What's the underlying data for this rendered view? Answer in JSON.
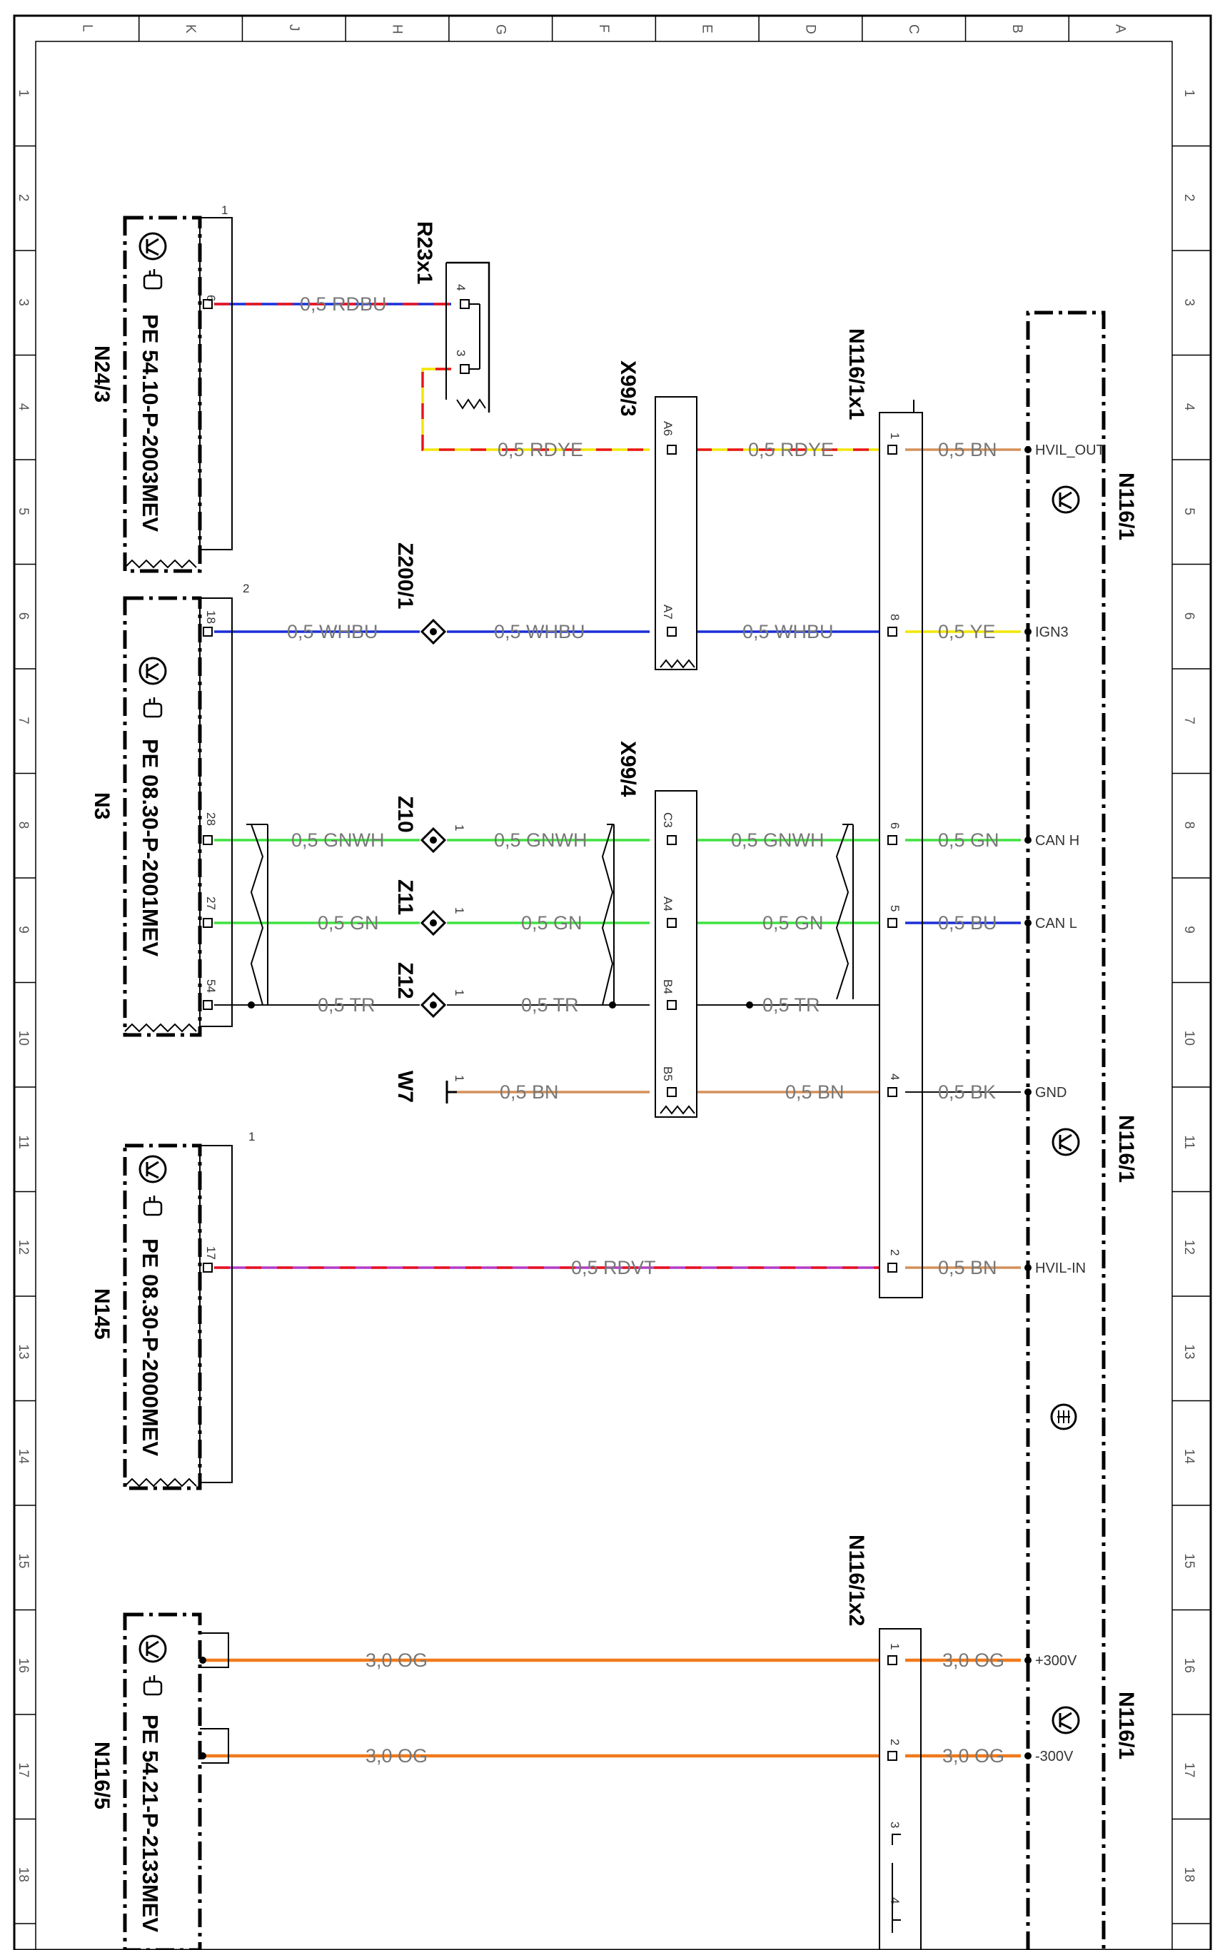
{
  "grid": {
    "columns": [
      "L",
      "K",
      "J",
      "H",
      "G",
      "F",
      "E",
      "D",
      "C",
      "B",
      "A"
    ],
    "rows": [
      "1",
      "2",
      "3",
      "4",
      "5",
      "6",
      "7",
      "8",
      "9",
      "10",
      "11",
      "12",
      "13",
      "14",
      "15",
      "16",
      "17",
      "18"
    ]
  },
  "modules": {
    "n24_3": {
      "name": "N24/3",
      "ref": "PE 54.10-P-2003MEV",
      "block_no": "1",
      "pin": "6"
    },
    "n3": {
      "name": "N3",
      "ref": "PE 08.30-P-2001MEV",
      "block_no": "2",
      "pins": {
        "whbu": "18",
        "gnwh": "28",
        "gn": "27",
        "tr": "54"
      }
    },
    "n145": {
      "name": "N145",
      "ref": "PE 08.30-P-2000MEV",
      "block_no": "1",
      "pin": "17"
    },
    "n116_5": {
      "name": "N116/5",
      "ref": "PE 54.21-P-2133MEV"
    },
    "n116_1": {
      "name_top": "N116/1",
      "name_mid": "N116/1",
      "name_bottom": "N116/1",
      "signals": {
        "hvil_out": "HVIL_OUT",
        "ign3": "IGN3",
        "can_h": "CAN H",
        "can_l": "CAN L",
        "gnd": "GND",
        "hvil_in": "HVIL-IN",
        "p300": "+300V",
        "m300": "-300V"
      }
    }
  },
  "connectors": {
    "r23x1": {
      "name": "R23x1",
      "pins": [
        "4",
        "3"
      ]
    },
    "x99_3": {
      "name": "X99/3",
      "pins": [
        "A6",
        "A7"
      ]
    },
    "x99_4": {
      "name": "X99/4",
      "pins": [
        "C3",
        "A4",
        "B4",
        "B5"
      ]
    },
    "n116_1x1": {
      "name": "N116/1x1",
      "pins": {
        "hvil_out": "1",
        "ign3": "8",
        "can_h": "6",
        "can_l": "5",
        "gnd": "4",
        "hvil_in": "2"
      }
    },
    "n116_1x2": {
      "name": "N116/1x2",
      "pins": [
        "1",
        "2",
        "3",
        "4"
      ]
    }
  },
  "splices": {
    "z200_1": {
      "name": "Z200/1"
    },
    "z10": {
      "name": "Z10",
      "pin": "1"
    },
    "z11": {
      "name": "Z11",
      "pin": "1"
    },
    "z12": {
      "name": "Z12",
      "pin": "1"
    }
  },
  "ground": {
    "name": "W7",
    "pin": "1"
  },
  "wires": {
    "rdbu": "0,5 RDBU",
    "rdye_1": "0,5 RDYE",
    "rdye_2": "0,5 RDYE",
    "bn_hvil_out": "0,5 BN",
    "whbu_1": "0,5 WHBU",
    "whbu_2": "0,5 WHBU",
    "whbu_3": "0,5 WHBU",
    "ye": "0,5 YE",
    "gnwh_1": "0,5 GNWH",
    "gnwh_2": "0,5 GNWH",
    "gnwh_3": "0,5 GNWH",
    "gn_can_h": "0,5 GN",
    "gn_1": "0,5 GN",
    "gn_2": "0,5 GN",
    "gn_3": "0,5 GN",
    "bu": "0,5 BU",
    "tr_1": "0,5 TR",
    "tr_2": "0,5 TR",
    "tr_3": "0,5 TR",
    "bn_gnd_1": "0,5 BN",
    "bn_gnd_2": "0,5 BN",
    "bk": "0,5 BK",
    "rdvt": "0,5 RDVT",
    "bn_hvil_in": "0,5 BN",
    "og_1": "3,0 OG",
    "og_2": "3,0 OG",
    "og_3": "3,0 OG",
    "og_4": "3,0 OG"
  },
  "colors": {
    "red": "#e8141e",
    "blue": "#1c2fd6",
    "yellow": "#f2e600",
    "green": "#3fe23f",
    "brown": "#d4905a",
    "orange": "#f07a1c",
    "violet": "#b43cc8",
    "black": "#111111",
    "white": "#ffffff"
  }
}
